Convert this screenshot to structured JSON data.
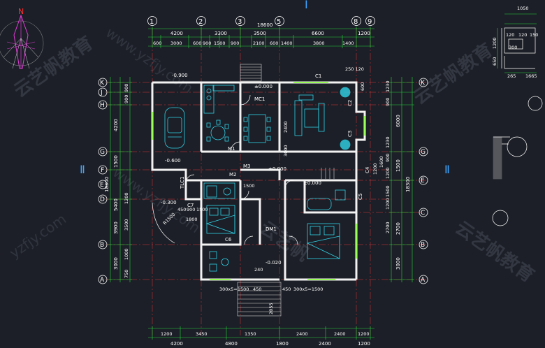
{
  "north_label": "N",
  "section_marks": {
    "top": "Ⅰ",
    "left": "Ⅱ",
    "right": "Ⅱ"
  },
  "top_axes": [
    "1",
    "2",
    "3",
    "5",
    "8",
    "9"
  ],
  "left_axes": [
    "K",
    "J",
    "H",
    "G",
    "F",
    "E",
    "D",
    "B",
    "A"
  ],
  "right_axes": [
    "K",
    "G",
    "E",
    "C",
    "B",
    "A"
  ],
  "top_dims": {
    "total": "18600",
    "row1": [
      "4200",
      "3300",
      "3500",
      "6600",
      "1200"
    ],
    "row2": [
      "600",
      "3000",
      "600",
      "900",
      "1500",
      "900",
      "2100",
      "600",
      "1400",
      "3800",
      "1400"
    ]
  },
  "bottom_dims": {
    "row1": [
      "1200",
      "3450",
      "1350",
      "2400",
      "2400",
      "1200"
    ],
    "row2": [
      "4200",
      "4800",
      "1800",
      "2400",
      "1200"
    ]
  },
  "left_dims": {
    "outer": [
      "4200",
      "1500",
      "5400",
      "3900",
      "3000"
    ],
    "mid": [
      "900",
      "900",
      "1200",
      "3500",
      "1000",
      "750"
    ],
    "total": "18300"
  },
  "right_dims": {
    "outer": [
      "6000",
      "1500",
      "2700",
      "3000"
    ],
    "inner": [
      "1230",
      "900",
      "1230",
      "900",
      "1200",
      "1500",
      "1200",
      "2700"
    ],
    "total": "18300"
  },
  "rooms": {
    "labels": [
      "C1",
      "C2",
      "C3",
      "C4",
      "C5",
      "C6",
      "C7",
      "MC1",
      "M1",
      "M2",
      "M3",
      "DM1",
      "TLC1"
    ],
    "levels": [
      "-0.900",
      "±0.000",
      "-0.600",
      "±0.000",
      "-0.300",
      "-0.020",
      "±0.000"
    ],
    "misc": [
      "1500",
      "1800",
      "450",
      "900",
      "1500",
      "R1500",
      "240",
      "2400",
      "3000",
      "300x5=1500",
      "300x5=1500",
      "450",
      "450",
      "250 120",
      "600",
      "1200",
      "2055",
      "1600"
    ]
  },
  "detail": {
    "dims": [
      "1050",
      "120",
      "120",
      "150",
      "300",
      "1200",
      "650",
      "265",
      "1665"
    ]
  },
  "watermarks": [
    "云艺帆教育",
    "www.yzfjy.com",
    "云艺帆教育",
    "www.yzfjy.com",
    "yzfjy.com",
    "云艺帆",
    "云艺帆教育"
  ]
}
